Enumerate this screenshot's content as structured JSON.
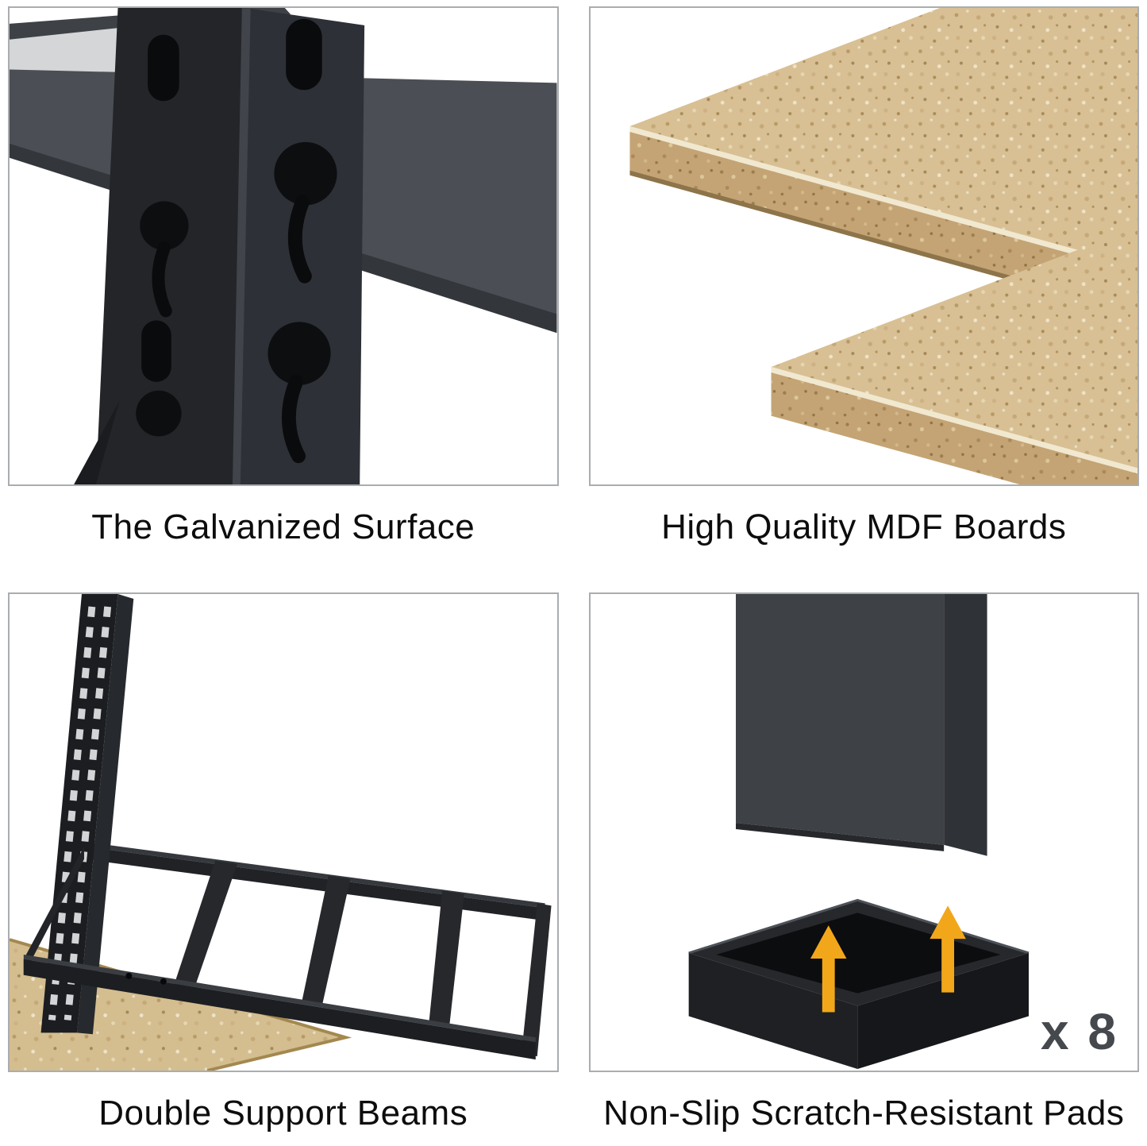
{
  "features": [
    {
      "id": "galvanized-surface",
      "caption": "The Galvanized Surface"
    },
    {
      "id": "mdf-boards",
      "caption": "High Quality MDF Boards"
    },
    {
      "id": "double-support-beams",
      "caption": "Double Support Beams"
    },
    {
      "id": "non-slip-pads",
      "caption": "Non-Slip Scratch-Resistant Pads",
      "quantity_label": "x 8"
    }
  ],
  "colors": {
    "steel_dark": "#232529",
    "steel_mid": "#2d3036",
    "beam_gray": "#4b4e54",
    "slot_black": "#0a0b0c",
    "mdf_top": "#d8c094",
    "mdf_edge": "#c4a474",
    "arrow_gold": "#f2a71b",
    "pad_black": "#1e2024",
    "box_border": "#aaadb0",
    "caption_text": "#0d0d0d",
    "quantity_text": "#45484d"
  }
}
